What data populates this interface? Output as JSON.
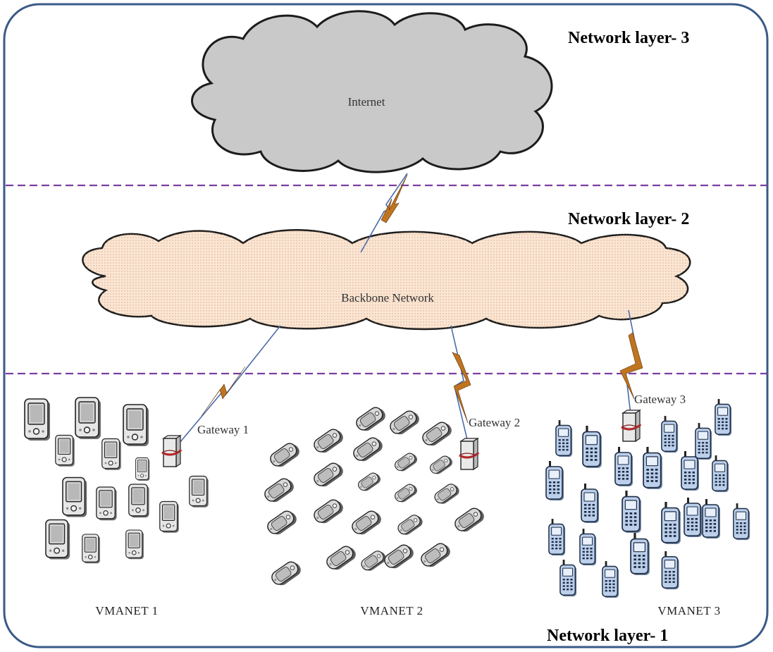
{
  "layers": {
    "layer3": "Network layer- 3",
    "layer2": "Network layer- 2",
    "layer1": "Network layer- 1"
  },
  "clouds": {
    "internet": "Internet",
    "backbone": "Backbone Network"
  },
  "gateways": {
    "g1": "Gateway 1",
    "g2": "Gateway 2",
    "g3": "Gateway 3"
  },
  "networks": {
    "n1": "VMANET 1",
    "n2": "VMANET 2",
    "n3": "VMANET 3"
  },
  "colors": {
    "frame": "#3a5a88",
    "divider": "#7b3fa0",
    "internet_fill": "#c9c9c9",
    "backbone_fill": "#fbe6d3",
    "bolt": "#c0741f",
    "link": "#4a6aa8",
    "band": "#b0292b"
  },
  "icons": {
    "pda": "pda-device-icon",
    "phone": "flip-phone-icon",
    "mobile": "mobile-phone-icon",
    "gateway": "gateway-server-icon"
  }
}
